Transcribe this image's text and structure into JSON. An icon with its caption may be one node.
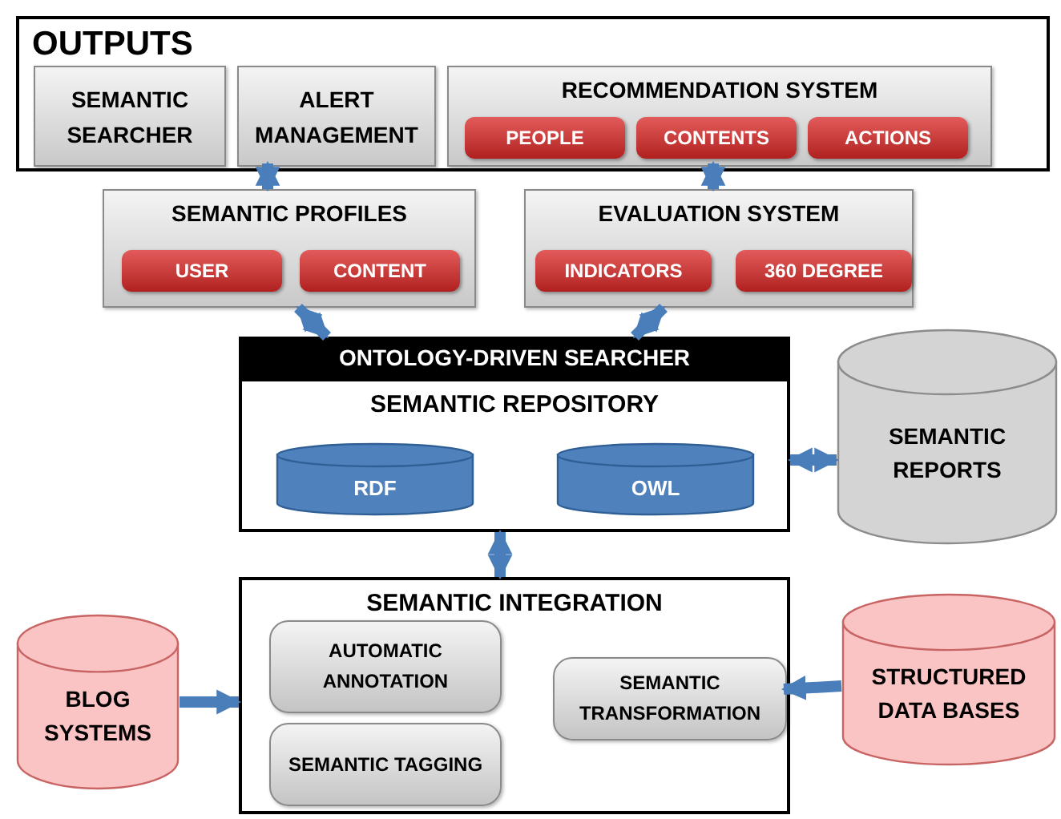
{
  "diagram": {
    "nodes": [
      {
        "text": [
          "OUTPUTS"
        ]
      },
      {
        "text": [
          "SEMANTIC SEARCHER"
        ],
        "in": 0
      },
      {
        "text": [
          "ALERT MANAGEMENT"
        ],
        "in": 0
      },
      {
        "text": [
          "RECOMMENDATION SYSTEM"
        ],
        "in": 0
      },
      {
        "text": [
          "PEOPLE"
        ],
        "in": 3
      },
      {
        "text": [
          "CONTENTS"
        ],
        "in": 3
      },
      {
        "text": [
          "ACTIONS"
        ],
        "in": 3
      },
      {
        "text": [
          "SEMANTIC PROFILES"
        ]
      },
      {
        "text": [
          "USER"
        ],
        "in": 7
      },
      {
        "text": [
          "CONTENT"
        ],
        "in": 7
      },
      {
        "text": [
          "EVALUATION SYSTEM"
        ]
      },
      {
        "text": [
          "INDICATORS"
        ],
        "in": 10
      },
      {
        "text": [
          "360 DEGREE"
        ],
        "in": 10
      },
      {
        "text": [
          "ONTOLOGY-DRIVEN SEARCHER"
        ]
      },
      {
        "text": [
          "SEMANTIC REPOSITORY"
        ]
      },
      {
        "text": [
          "RDF"
        ],
        "in": 14
      },
      {
        "text": [
          "OWL"
        ],
        "in": 14
      },
      {
        "text": [
          "SEMANTIC REPORTS"
        ]
      },
      {
        "text": [
          "SEMANTIC INTEGRATION"
        ]
      },
      {
        "text": [
          "AUTOMATIC ANNOTATION"
        ],
        "in": 18
      },
      {
        "text": [
          "SEMANTIC TAGGING"
        ],
        "in": 18
      },
      {
        "text": [
          "SEMANTIC TRANSFORMATION"
        ],
        "in": 18
      },
      {
        "text": [
          "BLOG SYSTEMS"
        ]
      },
      {
        "text": [
          "STRUCTURED DATA BASES"
        ]
      }
    ],
    "edges": [
      {
        "from": 2,
        "to": 7,
        "arrow": "both"
      },
      {
        "from": 3,
        "to": 10,
        "arrow": "both"
      },
      {
        "from": 7,
        "to": 13,
        "arrow": "both"
      },
      {
        "from": 10,
        "to": 13,
        "arrow": "both"
      },
      {
        "from": 14,
        "to": 17,
        "arrow": "both"
      },
      {
        "from": 14,
        "to": 18,
        "arrow": "both"
      },
      {
        "from": 22,
        "to": 18,
        "arrow": "to"
      },
      {
        "from": 23,
        "to": 21,
        "arrow": "to"
      }
    ]
  }
}
